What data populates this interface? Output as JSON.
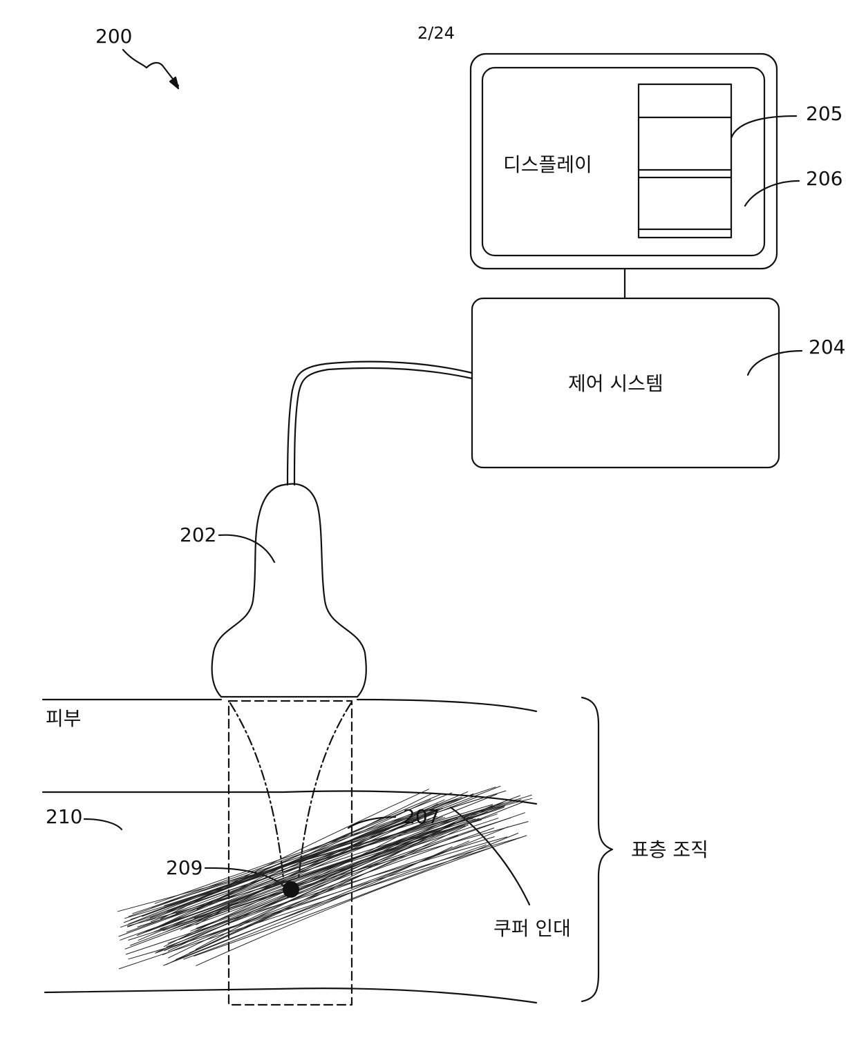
{
  "page": {
    "sheet": "2/24"
  },
  "figure": {
    "ref_main": "200",
    "display": {
      "label": "디스플레이",
      "ref": "205",
      "ref_panel": "206"
    },
    "control": {
      "label": "제어 시스템",
      "ref": "204"
    },
    "probe": {
      "ref": "202"
    },
    "tissue": {
      "skin": "피부",
      "superficial": "표층 조직",
      "cooper": "쿠퍼 인대",
      "ref_layer": "210",
      "ref_fibers": "207",
      "ref_focus": "209"
    }
  },
  "colors": {
    "ink": "#111111",
    "paper": "#ffffff"
  }
}
